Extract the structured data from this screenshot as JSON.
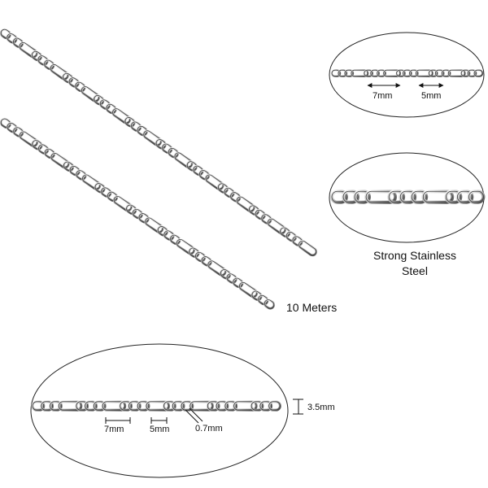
{
  "product_image": {
    "length_label": "10 Meters",
    "material_label_line1": "Strong Stainless",
    "material_label_line2": "Steel",
    "detail_top": {
      "long_link_label": "7mm",
      "short_link_label": "5mm"
    },
    "detail_bottom": {
      "long_link_label": "7mm",
      "short_link_label": "5mm",
      "wire_thickness_label": "0.7mm",
      "chain_width_label": "3.5mm"
    },
    "colors": {
      "metal_light": "#eeeeee",
      "metal_dark": "#3a3a3a",
      "ellipse_stroke": "#222222"
    }
  }
}
